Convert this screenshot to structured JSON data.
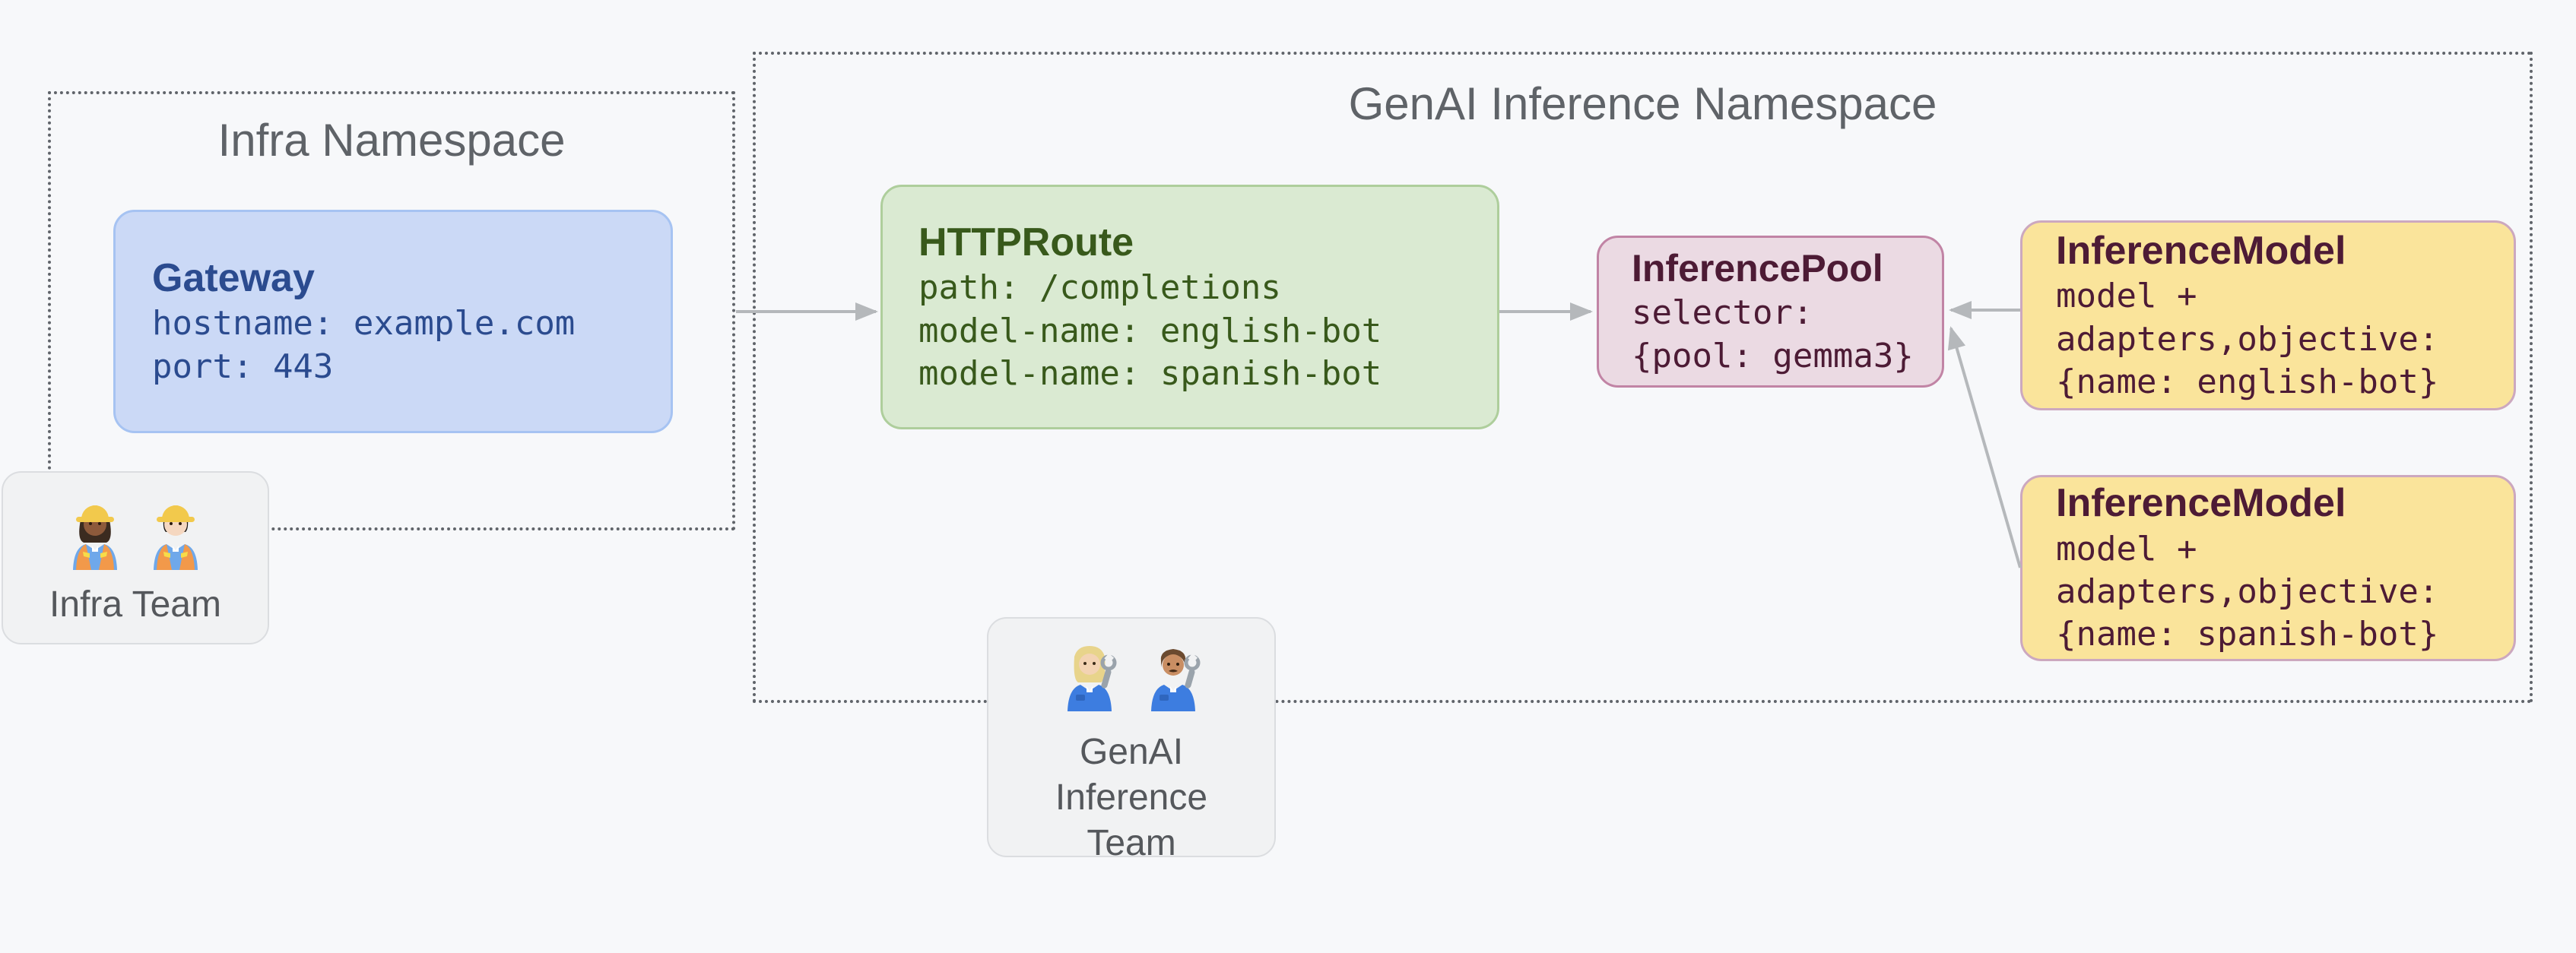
{
  "background": "#F7F8FA",
  "title_color": "#5F6368",
  "dotted_border_color": "#60646A",
  "arrow_color": "#B5B8BB",
  "namespaces": {
    "infra": {
      "title": "Infra Namespace"
    },
    "genai": {
      "title": "GenAI Inference Namespace"
    }
  },
  "nodes": {
    "gateway": {
      "title": "Gateway",
      "lines": [
        "hostname: example.com",
        "port: 443"
      ],
      "fill": "#CBD9F6",
      "border": "#A6C3F2",
      "text": "#2B4B8F"
    },
    "httproute": {
      "title": "HTTPRoute",
      "lines": [
        "path: /completions",
        "model-name: english-bot",
        "model-name: spanish-bot"
      ],
      "fill": "#DAEAD2",
      "border": "#AECE9C",
      "text": "#38591B"
    },
    "inference_pool": {
      "title": "InferencePool",
      "lines": [
        "selector:",
        "{pool: gemma3}"
      ],
      "fill": "#EBDAE3",
      "border": "#C184A5",
      "text": "#4D1B35"
    },
    "inference_model_english": {
      "title": "InferenceModel",
      "lines": [
        "model +",
        "adapters,objective:",
        "{name: english-bot}"
      ],
      "fill": "#FAE49B",
      "border": "#CCA8BF",
      "text": "#4D1B35"
    },
    "inference_model_spanish": {
      "title": "InferenceModel",
      "lines": [
        "model +",
        "adapters,objective:",
        "{name: spanish-bot}"
      ],
      "fill": "#FAE49B",
      "border": "#CCA8BF",
      "text": "#4D1B35"
    }
  },
  "teams": {
    "infra": {
      "label": "Infra Team",
      "emojis": [
        "👷🏾‍♀️",
        "👷🏻‍♂️"
      ],
      "emoji_names": [
        "woman-construction-worker",
        "man-construction-worker"
      ]
    },
    "genai": {
      "label": "GenAI Inference Team",
      "emojis": [
        "👩🏼‍🔧",
        "👨🏽‍🔧"
      ],
      "emoji_names": [
        "woman-mechanic",
        "man-mechanic"
      ]
    }
  }
}
